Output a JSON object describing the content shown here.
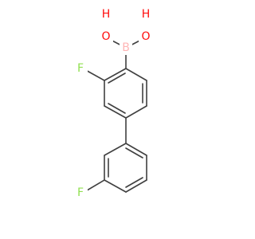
{
  "molecule": {
    "labels": {
      "oh_left": "H",
      "o_left": "O",
      "oh_right": "H",
      "o_right": "O",
      "boron": "B",
      "fluorine_top": "F",
      "fluorine_bottom": "F"
    },
    "colors": {
      "bond": "#404040",
      "oxygen": "#ff0d0d",
      "boron": "#ffb5b5",
      "fluorine": "#90e050"
    }
  }
}
